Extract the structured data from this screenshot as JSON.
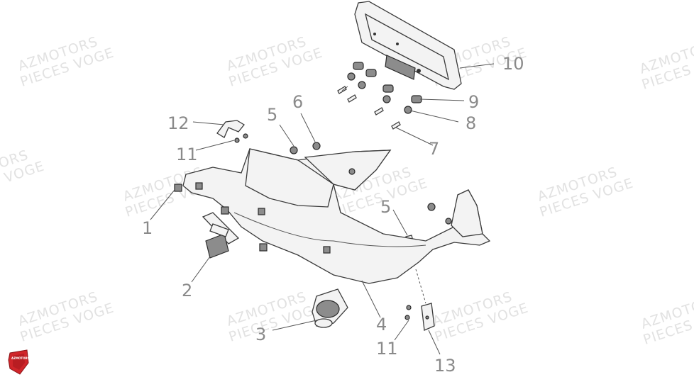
{
  "watermark": {
    "brand": "AZMOTORS",
    "sub": "PIECES VOGE"
  },
  "callouts": {
    "c1": "1",
    "c2": "2",
    "c3": "3",
    "c4": "4",
    "c5a": "5",
    "c5b": "5",
    "c6": "6",
    "c7": "7",
    "c8": "8",
    "c9": "9",
    "c10": "10",
    "c11a": "11",
    "c11b": "11",
    "c12": "12",
    "c13": "13"
  },
  "logo": {
    "text": "AZMOTORS",
    "color": "#d0252a"
  },
  "colors": {
    "line": "#3a3a3a",
    "callout": "#8a8a8a",
    "watermark": "#e2e2e2"
  }
}
